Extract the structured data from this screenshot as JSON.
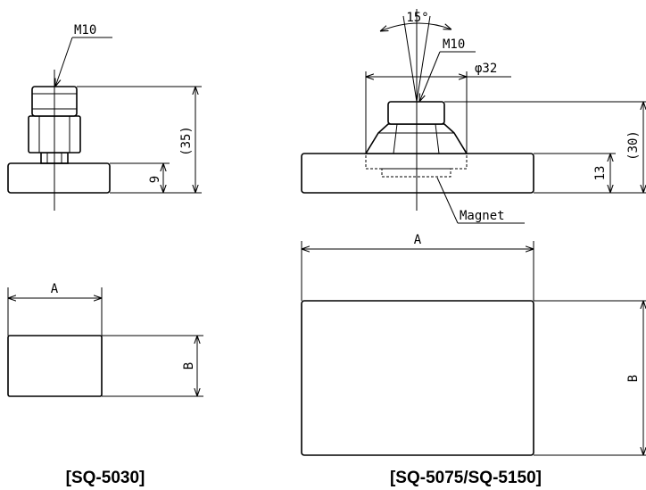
{
  "captions": {
    "left": "[SQ-5030]",
    "right": "[SQ-5075/SQ-5150]"
  },
  "sq5030": {
    "thread_label": "M10",
    "height_label": "(35)",
    "base_label": "9",
    "width_label": "A",
    "depth_label": "B"
  },
  "sq5075": {
    "angle_label": "15°",
    "thread_label": "M10",
    "diameter_label": "φ32",
    "height_label": "(30)",
    "base_label": "13",
    "magnet_label": "Magnet",
    "width_label": "A",
    "depth_label": "B"
  }
}
